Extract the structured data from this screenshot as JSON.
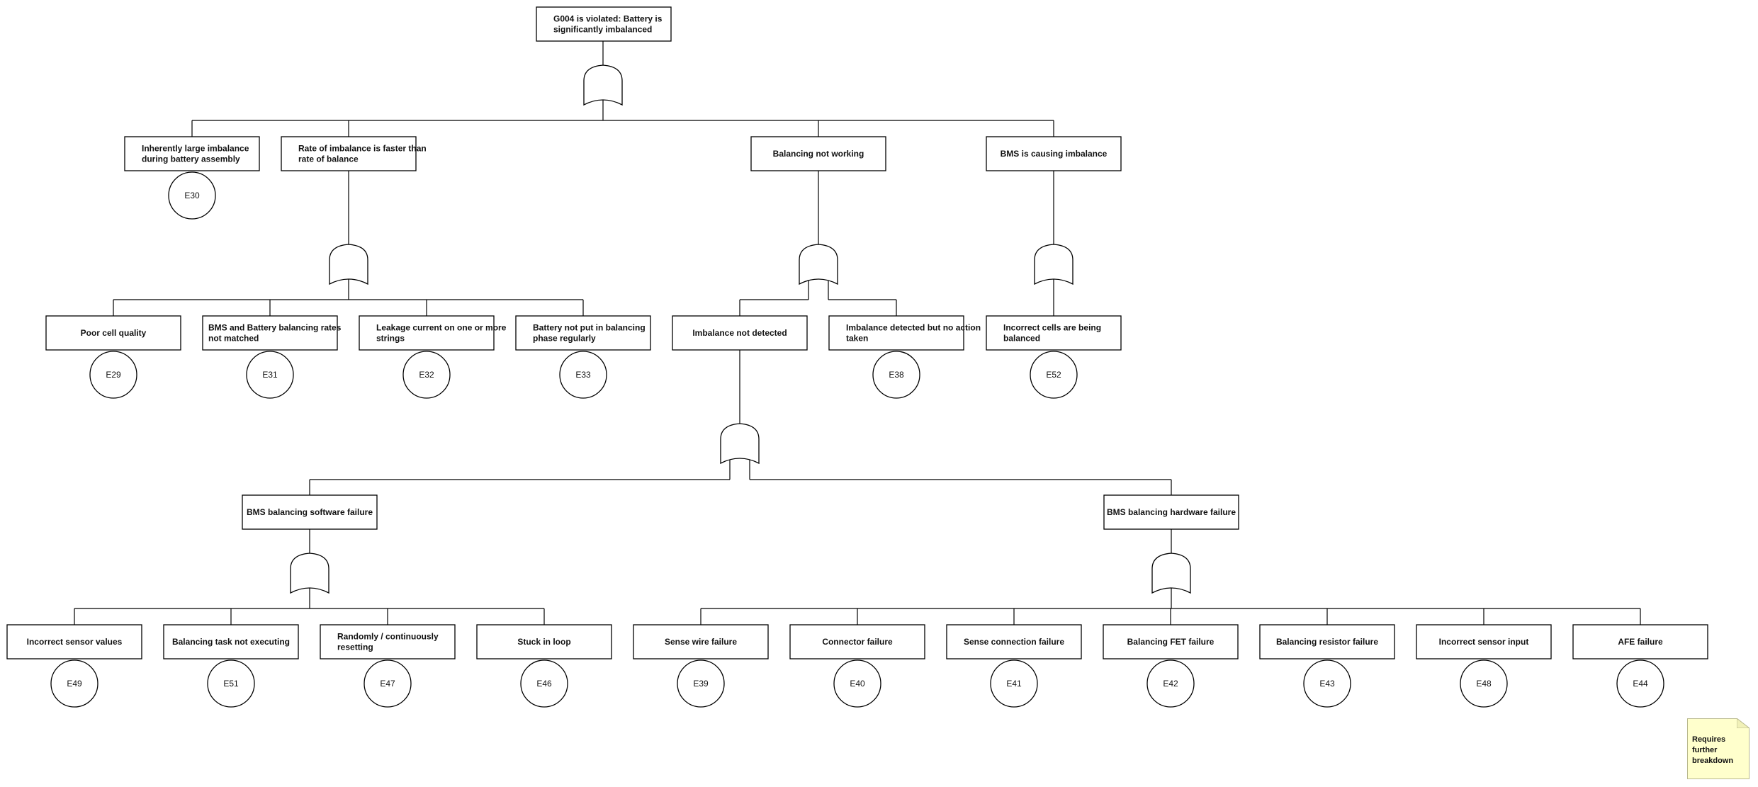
{
  "colors": {
    "line": "#000000",
    "box_fill": "#ffffff",
    "note_fill": "#ffffcc",
    "note_border": "#b9b98e"
  },
  "nodes": {
    "g004": "G004 is violated: Battery is significantly imbalanced",
    "inherent": "Inherently large imbalance during battery assembly",
    "rate": "Rate of imbalance is faster than rate of balance",
    "balancing_not_working": "Balancing not working",
    "bms_causing": "BMS is causing imbalance",
    "poor_cell": "Poor cell quality",
    "rates_not_matched": "BMS and Battery balancing rates not matched",
    "leakage": "Leakage current on one or more strings",
    "not_put": "Battery not put in balancing phase regularly",
    "not_detected": "Imbalance not detected",
    "detected_no_action": "Imbalance detected but no action taken",
    "incorrect_cells": "Incorrect cells are being balanced",
    "sw_failure": "BMS balancing software failure",
    "hw_failure": "BMS balancing hardware failure",
    "incorrect_sensor_values": "Incorrect sensor values",
    "task_not_executing": "Balancing task not executing",
    "resetting": "Randomly / continuously resetting",
    "stuck": "Stuck in loop",
    "sense_wire": "Sense wire failure",
    "connector": "Connector failure",
    "sense_connection": "Sense connection failure",
    "fet": "Balancing FET failure",
    "resistor": "Balancing resistor failure",
    "sensor_input": "Incorrect sensor input",
    "afe": "AFE failure"
  },
  "events": {
    "inherent": "E30",
    "poor_cell": "E29",
    "rates_not_matched": "E31",
    "leakage": "E32",
    "not_put": "E33",
    "detected_no_action": "E38",
    "incorrect_cells": "E52",
    "incorrect_sensor_values": "E49",
    "task_not_executing": "E51",
    "resetting": "E47",
    "stuck": "E46",
    "sense_wire": "E39",
    "connector": "E40",
    "sense_connection": "E41",
    "fet": "E42",
    "resistor": "E43",
    "sensor_input": "E48",
    "afe": "E44"
  },
  "gates": [
    {
      "id": "g004",
      "type": "or"
    },
    {
      "id": "rate",
      "type": "or"
    },
    {
      "id": "balancing_not_working",
      "type": "or"
    },
    {
      "id": "bms_causing",
      "type": "or"
    },
    {
      "id": "not_detected",
      "type": "or"
    },
    {
      "id": "sw_failure",
      "type": "or"
    },
    {
      "id": "hw_failure",
      "type": "or"
    }
  ],
  "note": {
    "text": "Requires further breakdown"
  }
}
